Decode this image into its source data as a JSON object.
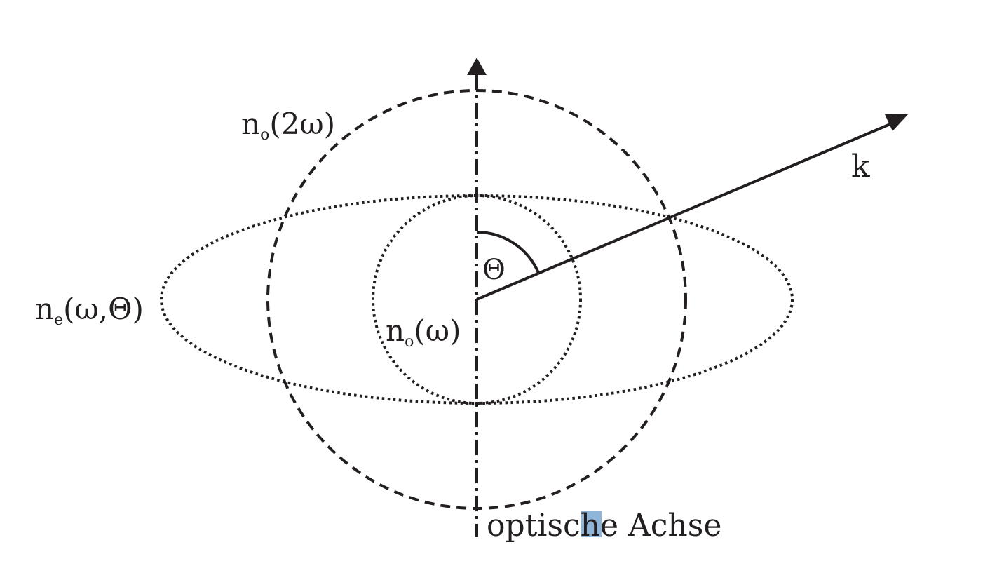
{
  "labels": {
    "n_o_2w": {
      "base": "n",
      "sub": "o",
      "rest": "(2ω)"
    },
    "n_e": {
      "base": "n",
      "sub": "e",
      "rest": "(ω,Θ)"
    },
    "n_o_w": {
      "base": "n",
      "sub": "o",
      "rest": "(ω)"
    },
    "theta": "Θ",
    "k": "k",
    "axis": {
      "pre": "optisc",
      "highlighted": "h",
      "post": "e Achse"
    }
  },
  "colors": {
    "stroke": "#231f20",
    "selection_highlight": "#8fb6d8"
  }
}
